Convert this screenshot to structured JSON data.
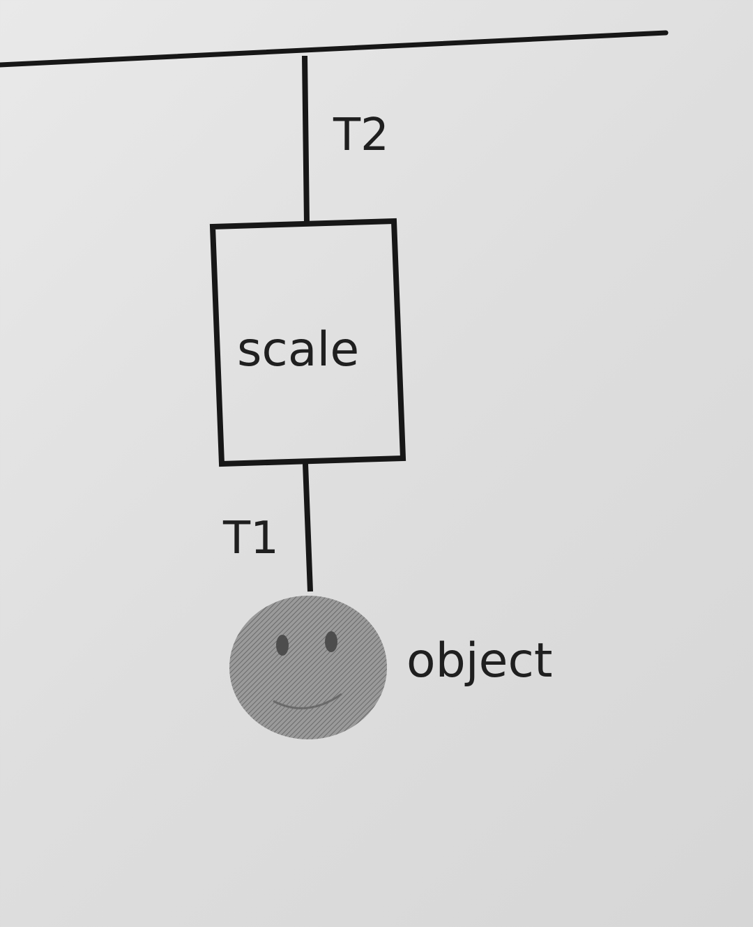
{
  "diagram": {
    "tension_upper_label": "T2",
    "tension_lower_label": "T1",
    "scale_label": "scale",
    "object_label": "object"
  },
  "colors": {
    "line": "#171717",
    "object_fill": "#8a8a8a",
    "object_shade": "#6e6e6e",
    "text": "#1f1f1f"
  }
}
